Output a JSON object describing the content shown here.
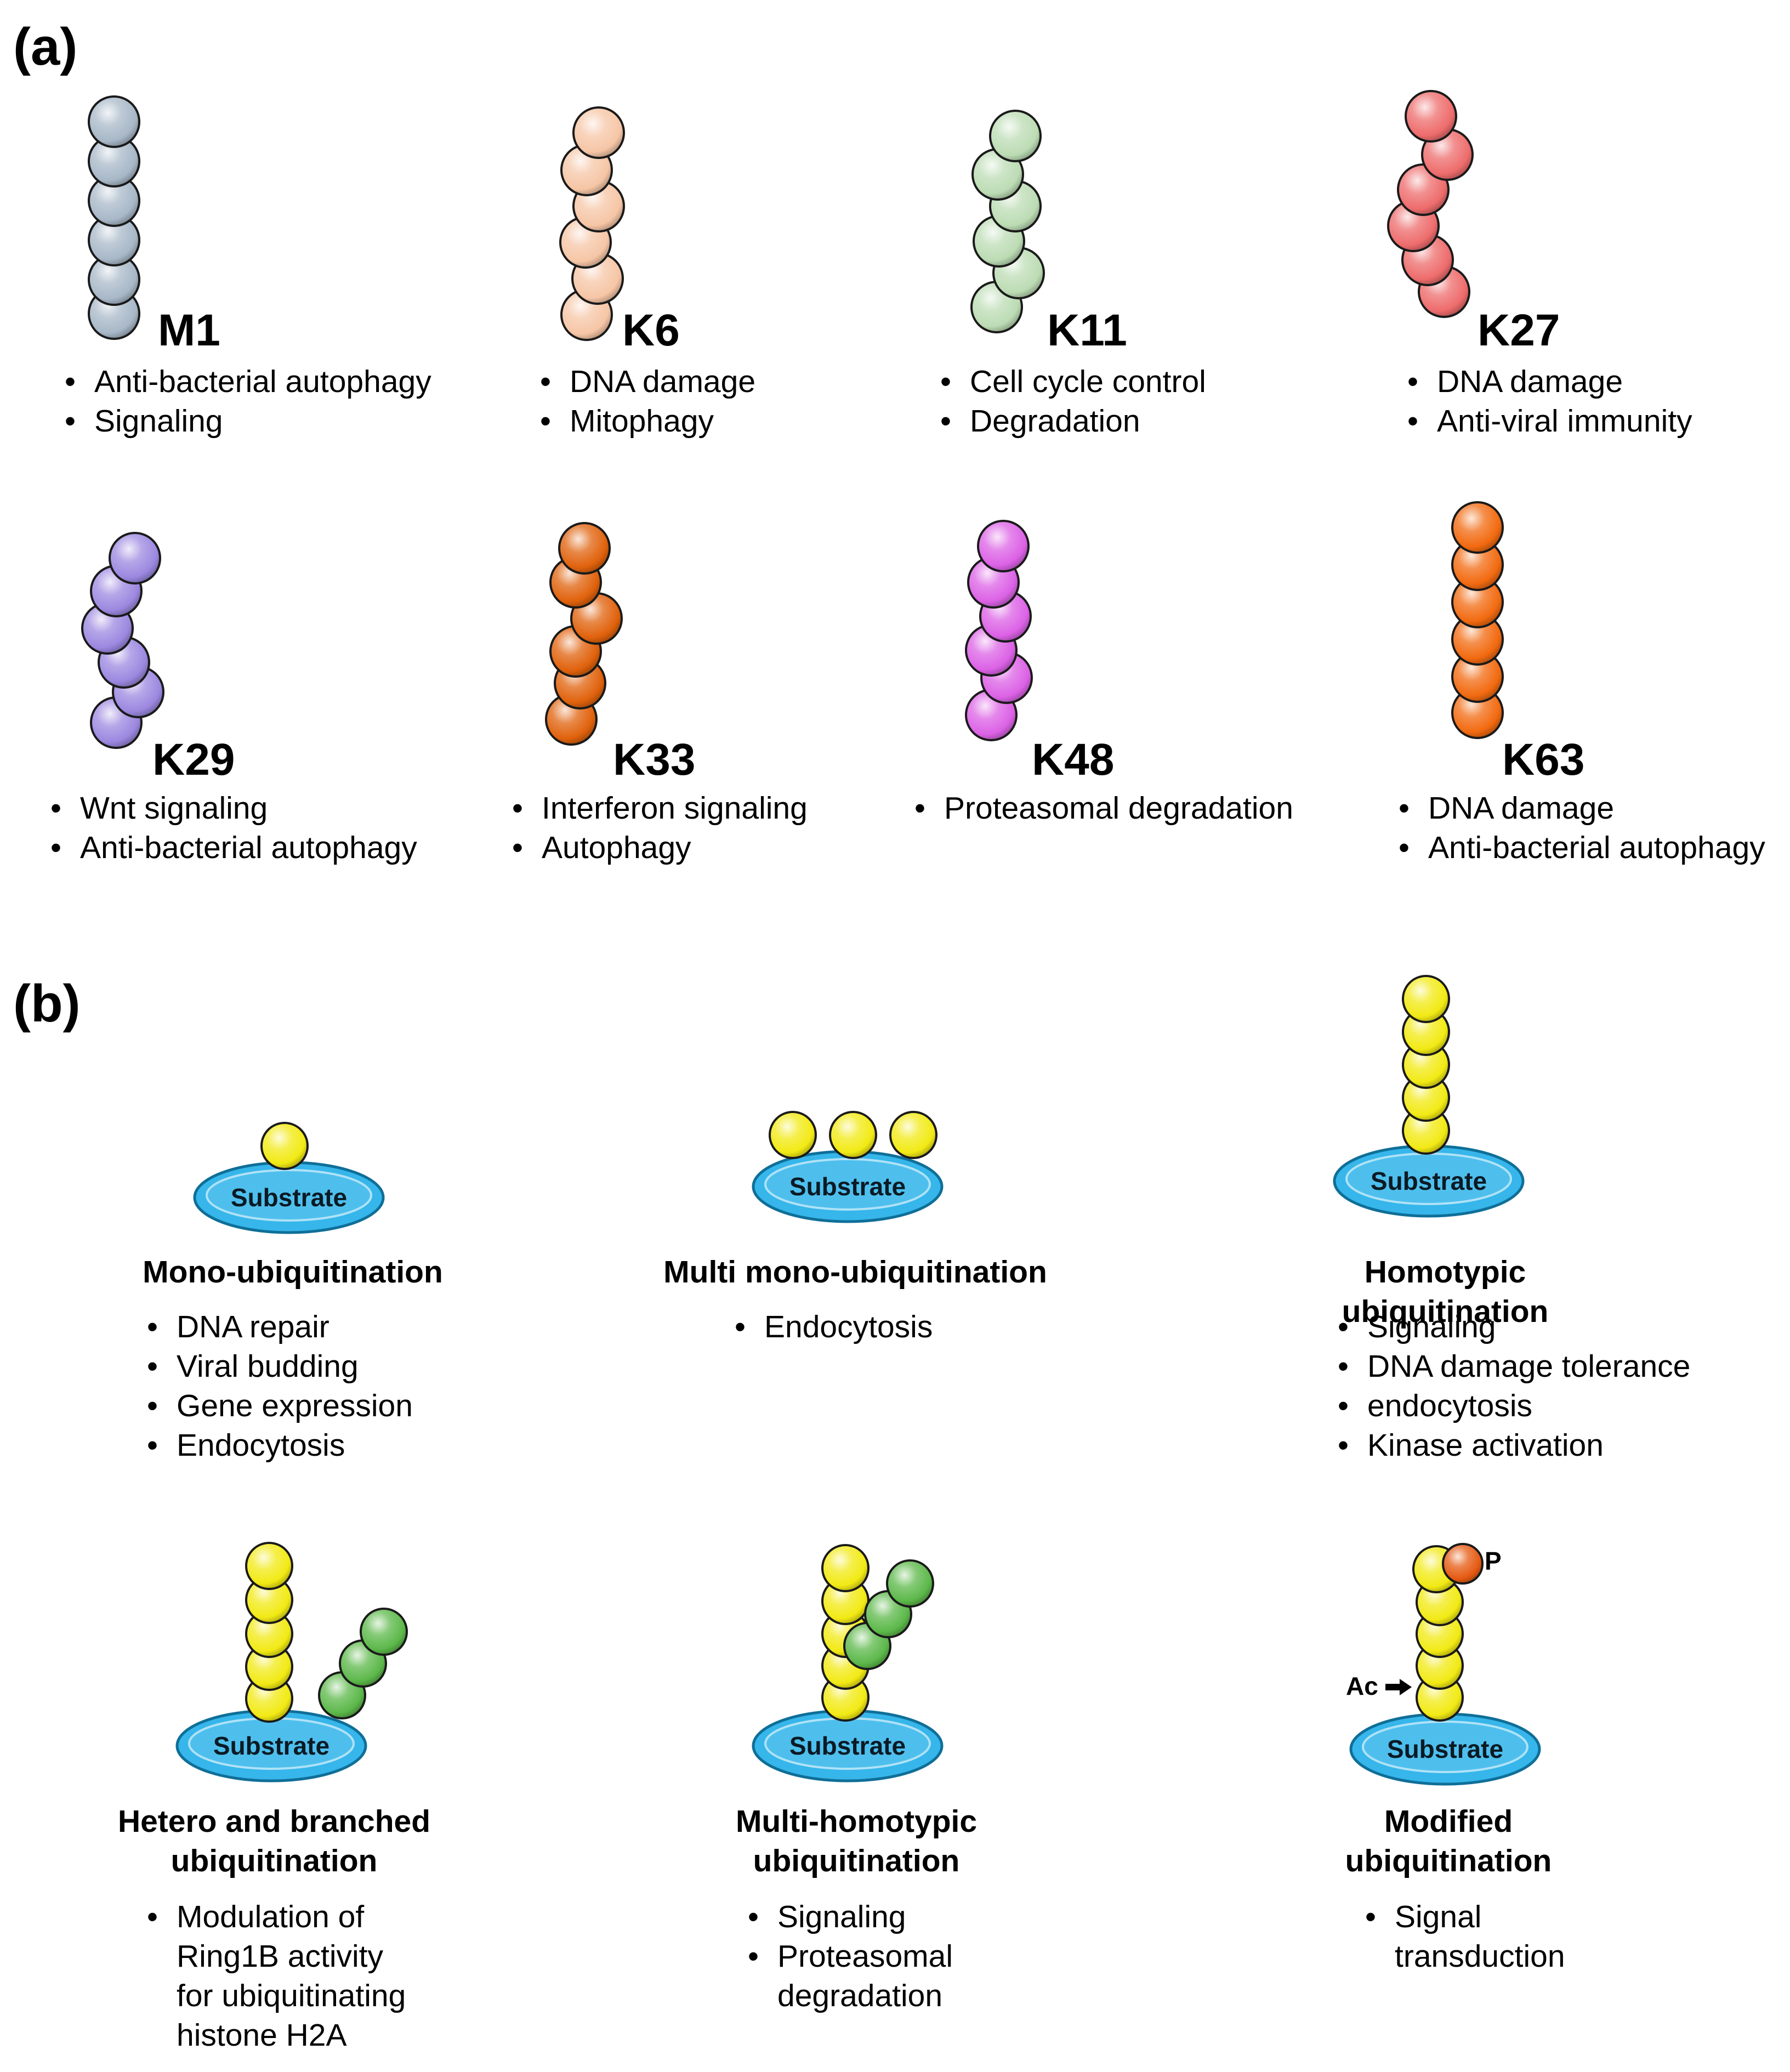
{
  "panel_a": {
    "label": "(a)",
    "chains": [
      {
        "name": "M1",
        "color": "#a8b8c8",
        "functions": [
          "Anti-bacterial autophagy",
          "Signaling"
        ]
      },
      {
        "name": "K6",
        "color": "#f6c6a6",
        "functions": [
          "DNA damage",
          "Mitophagy"
        ]
      },
      {
        "name": "K11",
        "color": "#bcdcb4",
        "functions": [
          "Cell cycle control",
          "Degradation"
        ]
      },
      {
        "name": "K27",
        "color": "#ee6c6c",
        "functions": [
          "DNA damage",
          "Anti-viral immunity"
        ]
      },
      {
        "name": "K29",
        "color": "#9c88e0",
        "functions": [
          "Wnt signaling",
          "Anti-bacterial autophagy"
        ]
      },
      {
        "name": "K33",
        "color": "#e0620c",
        "functions": [
          "Interferon signaling",
          "Autophagy"
        ]
      },
      {
        "name": "K48",
        "color": "#dc62e6",
        "functions": [
          "Proteasomal degradation"
        ]
      },
      {
        "name": "K63",
        "color": "#f26a10",
        "functions": [
          "DNA damage",
          "Anti-bacterial autophagy"
        ]
      }
    ]
  },
  "panel_b": {
    "label": "(b)",
    "substrate_label": "Substrate",
    "colors": {
      "ubiquitin": "#f2ea14",
      "branch": "#5cb84a",
      "substrate": "#36b6ea",
      "phospho": "#e55a12"
    },
    "types": [
      {
        "title": "Mono-ubiquitination",
        "functions": [
          "DNA repair",
          "Viral budding",
          "Gene expression",
          "Endocytosis"
        ]
      },
      {
        "title": "Multi mono-ubiquitination",
        "functions": [
          "Endocytosis"
        ]
      },
      {
        "title": "Homotypic ubiquitination",
        "functions": [
          "Signaling",
          "DNA damage tolerance",
          "endocytosis",
          "Kinase activation"
        ]
      },
      {
        "title": "Hetero and branched\nubiquitination",
        "functions": [
          "Modulation of\nRing1B activity\nfor ubiquitinating\nhistone H2A"
        ]
      },
      {
        "title": "Multi-homotypic\nubiquitination",
        "functions": [
          "Signaling",
          "Proteasomal\ndegradation"
        ]
      },
      {
        "title": "Modified\nubiquitination",
        "functions": [
          "Signal\ntransduction"
        ]
      }
    ],
    "modifications": {
      "phospho_label": "P",
      "acetyl_label": "Ac"
    }
  }
}
